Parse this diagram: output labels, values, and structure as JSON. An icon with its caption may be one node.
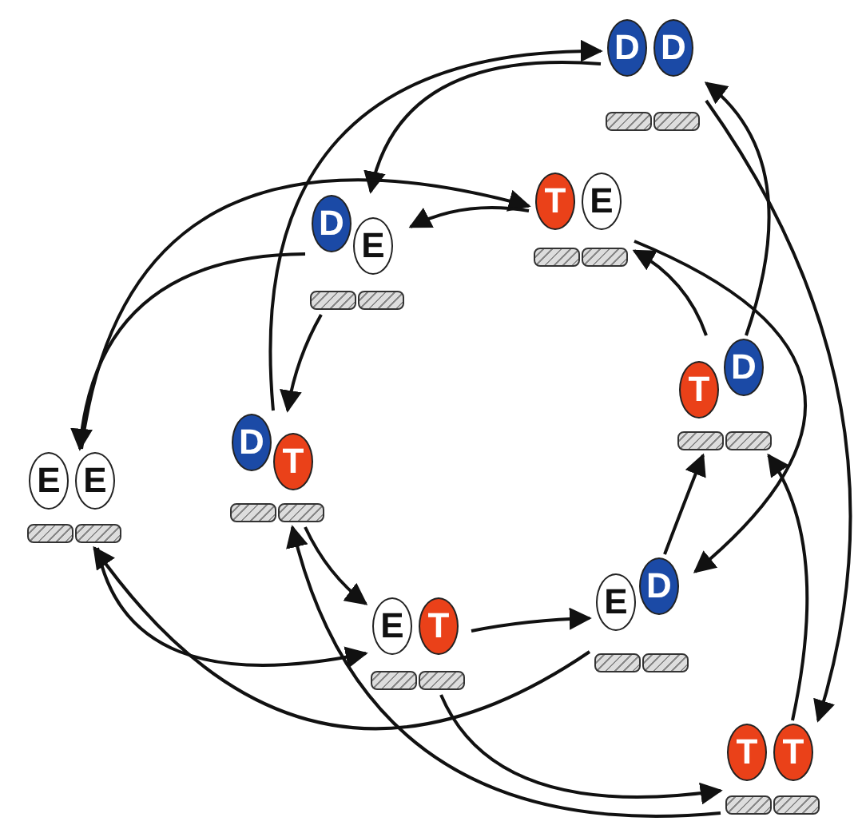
{
  "diagram": {
    "nodes": [
      {
        "text": [
          "D",
          "D"
        ]
      },
      {
        "text": [
          "T",
          "E"
        ]
      },
      {
        "text": [
          "D",
          "E"
        ]
      },
      {
        "text": [
          "T",
          "D"
        ]
      },
      {
        "text": [
          "E",
          "E"
        ]
      },
      {
        "text": [
          "D",
          "T"
        ]
      },
      {
        "text": [
          "E",
          "T"
        ]
      },
      {
        "text": [
          "E",
          "D"
        ]
      },
      {
        "text": [
          "T",
          "T"
        ]
      }
    ],
    "edges": [
      {
        "from": 5,
        "to": 0,
        "arrow": "to"
      },
      {
        "from": 0,
        "to": 2,
        "arrow": "to"
      },
      {
        "from": 4,
        "to": 1,
        "arrow": "to"
      },
      {
        "from": 2,
        "to": 4,
        "arrow": "to"
      },
      {
        "from": 1,
        "to": 2,
        "arrow": "to"
      },
      {
        "from": 2,
        "to": 5,
        "arrow": "to"
      },
      {
        "from": 3,
        "to": 1,
        "arrow": "to"
      },
      {
        "from": 3,
        "to": 0,
        "arrow": "to"
      },
      {
        "from": 0,
        "to": 8,
        "arrow": "to"
      },
      {
        "from": 1,
        "to": 7,
        "arrow": "to"
      },
      {
        "from": 8,
        "to": 3,
        "arrow": "to"
      },
      {
        "from": 7,
        "to": 3,
        "arrow": "to"
      },
      {
        "from": 6,
        "to": 7,
        "arrow": "to"
      },
      {
        "from": 5,
        "to": 6,
        "arrow": "to"
      },
      {
        "from": 4,
        "to": 6,
        "arrow": "to"
      },
      {
        "from": 7,
        "to": 4,
        "arrow": "to"
      },
      {
        "from": 6,
        "to": 8,
        "arrow": "to"
      },
      {
        "from": 8,
        "to": 5,
        "arrow": "to"
      }
    ]
  }
}
